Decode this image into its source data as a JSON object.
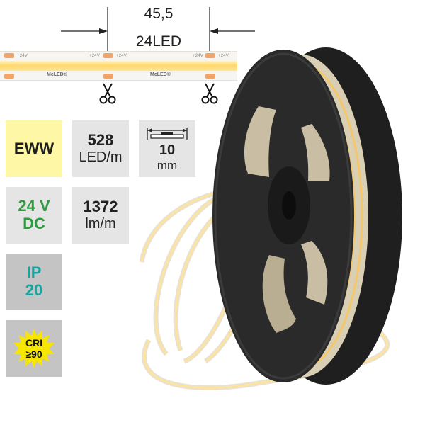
{
  "dimension": {
    "length": "45,5",
    "led_count": "24LED"
  },
  "strip": {
    "voltage_marking": "+24V",
    "brand": "McLED®"
  },
  "specs": {
    "color_temp": "EWW",
    "led_density_value": "528",
    "led_density_unit": "LED/m",
    "width_value": "10",
    "width_unit": "mm",
    "voltage_line1": "24 V",
    "voltage_line2": "DC",
    "lumen_value": "1372",
    "lumen_unit": "lm/m",
    "ip_line1": "IP",
    "ip_line2": "20",
    "cri_line1": "CRI",
    "cri_line2": "≥90"
  },
  "colors": {
    "eww_tile": "#fdf7a6",
    "voltage_text": "#2f9a3e",
    "ip_text": "#16a6a2",
    "cri_star": "#f7e600",
    "strip_glow": "#ffd86b",
    "reel": "#232323"
  },
  "icons": [
    "scissors-icon",
    "scissors-icon",
    "strip-width-icon",
    "cri-starburst-icon"
  ]
}
